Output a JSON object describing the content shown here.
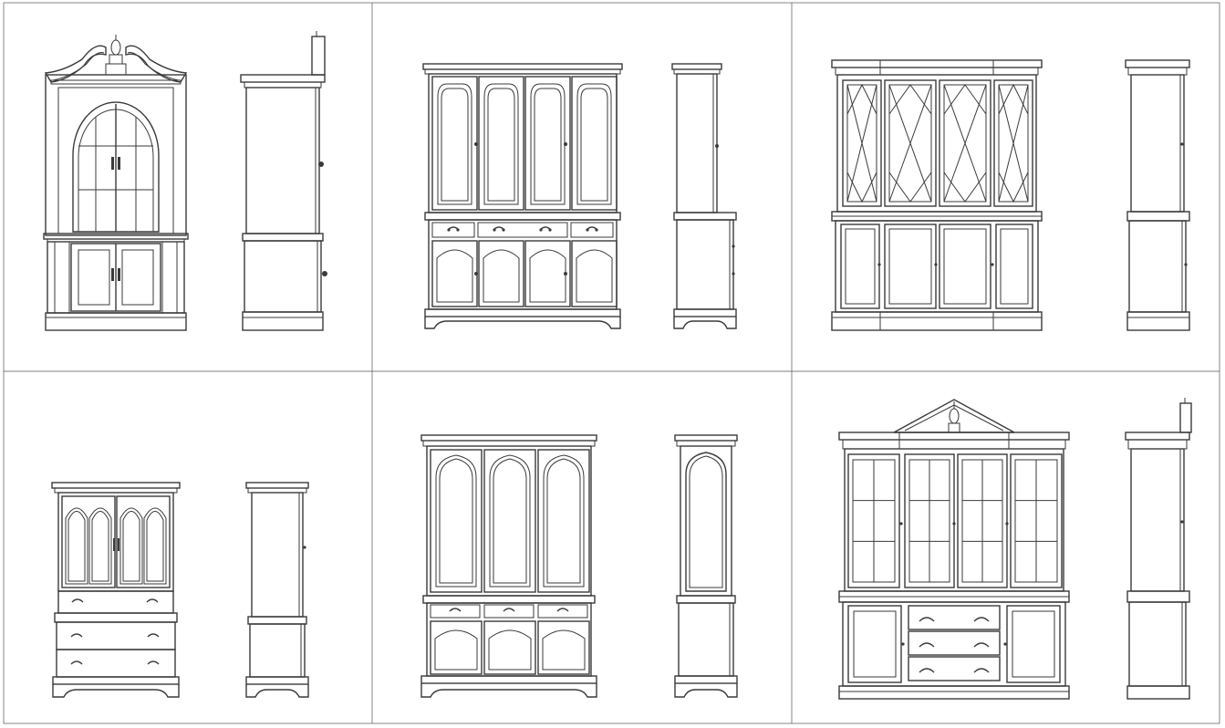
{
  "colors": {
    "line": "#3a3a3a",
    "frame": "#555555",
    "background": "#ffffff"
  },
  "panels": [
    {
      "id": "corner-cabinet-arched"
    },
    {
      "id": "china-hutch-four-door"
    },
    {
      "id": "breakfront-lattice"
    },
    {
      "id": "armoire-chest"
    },
    {
      "id": "china-hutch-three-door"
    },
    {
      "id": "breakfront-pediment"
    }
  ]
}
